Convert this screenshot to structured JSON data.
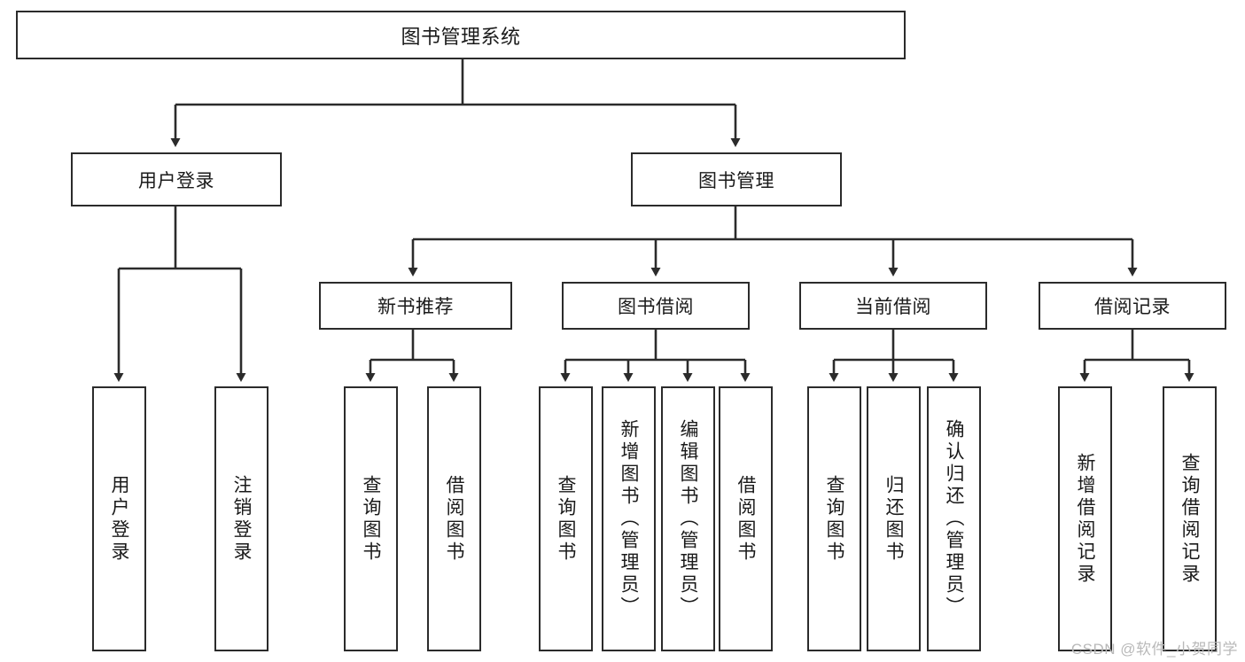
{
  "diagram": {
    "type": "tree-hierarchy-flowchart",
    "title": "图书管理系统",
    "watermark": "CSDN @软件_小贺同学",
    "colors": {
      "stroke": "#2b2b2b",
      "fill": "#ffffff",
      "text": "#1a1a1a",
      "watermark": "#b9b9b9"
    },
    "nodes": {
      "root": {
        "label": "图书管理系统"
      },
      "level2": [
        {
          "id": "user-login",
          "label": "用户登录"
        },
        {
          "id": "book-management",
          "label": "图书管理"
        }
      ],
      "level3": [
        {
          "id": "new-book-recommend",
          "label": "新书推荐"
        },
        {
          "id": "book-borrow",
          "label": "图书借阅"
        },
        {
          "id": "current-borrow",
          "label": "当前借阅"
        },
        {
          "id": "borrow-record",
          "label": "借阅记录"
        }
      ],
      "leaves": [
        {
          "id": "leaf-user-login",
          "label": "用户登录",
          "parent": "user-login"
        },
        {
          "id": "leaf-logout-login",
          "label": "注销登录",
          "parent": "user-login"
        },
        {
          "id": "leaf-query-book-1",
          "label": "查询图书",
          "parent": "new-book-recommend"
        },
        {
          "id": "leaf-borrow-book-1",
          "label": "借阅图书",
          "parent": "new-book-recommend"
        },
        {
          "id": "leaf-query-book-2",
          "label": "查询图书",
          "parent": "book-borrow"
        },
        {
          "id": "leaf-add-book-admin",
          "label": "新增图书（管理员）",
          "parent": "book-borrow"
        },
        {
          "id": "leaf-edit-book-admin",
          "label": "编辑图书（管理员）",
          "parent": "book-borrow"
        },
        {
          "id": "leaf-borrow-book-2",
          "label": "借阅图书",
          "parent": "book-borrow"
        },
        {
          "id": "leaf-query-book-3",
          "label": "查询图书",
          "parent": "current-borrow"
        },
        {
          "id": "leaf-return-book",
          "label": "归还图书",
          "parent": "current-borrow"
        },
        {
          "id": "leaf-confirm-return-admin",
          "label": "确认归还（管理员）",
          "parent": "current-borrow"
        },
        {
          "id": "leaf-add-borrow-record",
          "label": "新增借阅记录",
          "parent": "borrow-record"
        },
        {
          "id": "leaf-query-borrow-record",
          "label": "查询借阅记录",
          "parent": "borrow-record"
        }
      ]
    }
  }
}
